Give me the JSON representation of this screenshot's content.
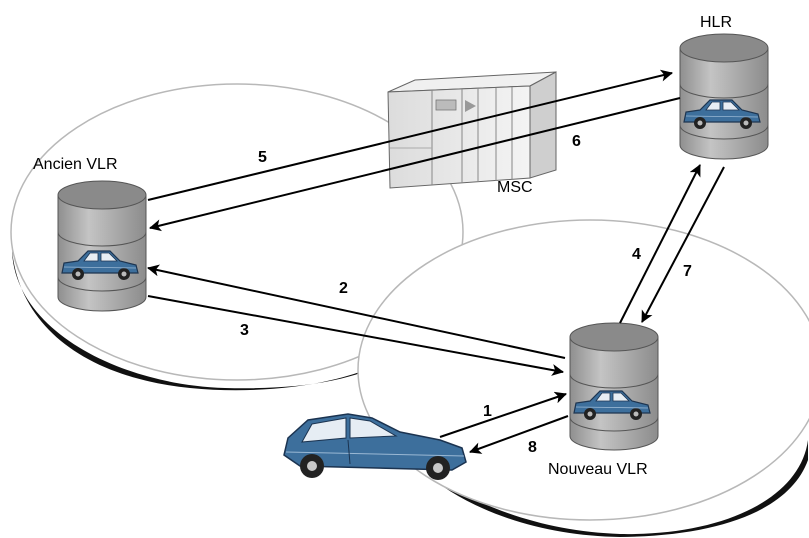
{
  "nodes": {
    "hlr": "HLR",
    "msc": "MSC",
    "old_vlr": "Ancien VLR",
    "new_vlr": "Nouveau VLR"
  },
  "steps": [
    "1",
    "2",
    "3",
    "4",
    "5",
    "6",
    "7",
    "8"
  ],
  "colors": {
    "cell_border": "#b8b8b8",
    "cell_shadow": "#111111",
    "cylinder_body": "#a9a9a9",
    "cylinder_top": "#8a8a8a",
    "car_body": "#3d6f9c",
    "arrow": "#000000"
  }
}
